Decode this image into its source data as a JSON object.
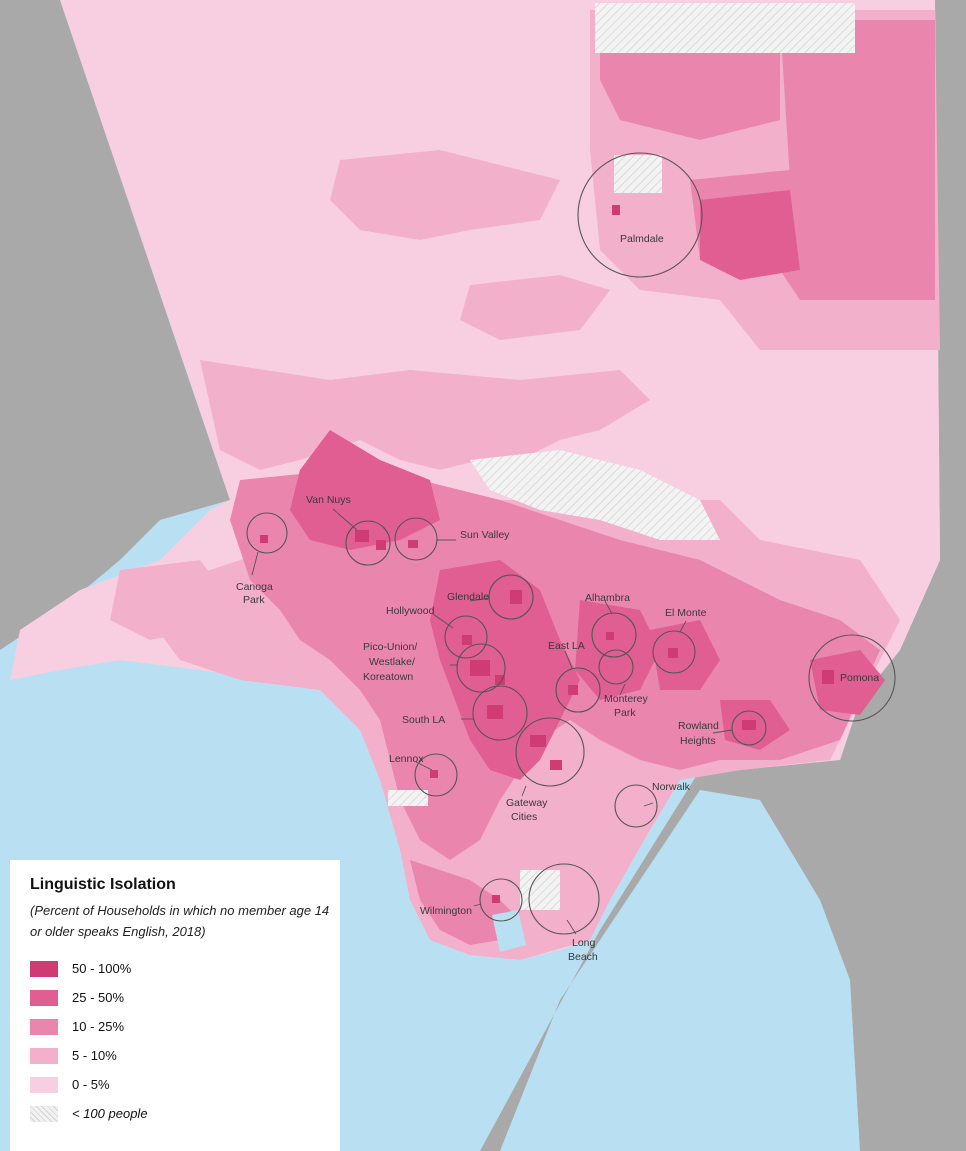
{
  "legend": {
    "title": "Linguistic Isolation",
    "subtitle": "(Percent of Households in which no member age 14 or older speaks English, 2018)",
    "items": [
      {
        "label": "50 - 100%",
        "color": "#cf3b73"
      },
      {
        "label": "25 - 50%",
        "color": "#e05e91"
      },
      {
        "label": "10 - 25%",
        "color": "#ea86ae"
      },
      {
        "label": "5 - 10%",
        "color": "#f3b0cb"
      },
      {
        "label": "0 - 5%",
        "color": "#f8cfe0"
      },
      {
        "label": "< 100 people",
        "color": "hatch"
      }
    ]
  },
  "places": {
    "palmdale": "Palmdale",
    "van_nuys": "Van Nuys",
    "sun_valley": "Sun Valley",
    "canoga": "Canoga",
    "park": "Park",
    "glendale": "Glendale",
    "hollywood": "Hollywood",
    "alhambra": "Alhambra",
    "el_monte": "El Monte",
    "pico_union": "Pico-Union/",
    "westlake": "Westlake/",
    "koreatown": "Koreatown",
    "east_la": "East LA",
    "monterey": "Monterey",
    "monterey_park": "Park",
    "pomona": "Pomona",
    "rowland": "Rowland",
    "heights": "Heights",
    "south_la": "South LA",
    "lennox": "Lennox",
    "gateway": "Gateway",
    "cities": "Cities",
    "norwalk": "Norwalk",
    "wilmington": "Wilmington",
    "long": "Long",
    "beach": "Beach"
  },
  "colors": {
    "ocean": "#b9e0f2",
    "neighbor_land": "#a9a9a9",
    "c0": "#f8cfe0",
    "c5": "#f3b0cb",
    "c10": "#ea86ae",
    "c25": "#e05e91",
    "c50": "#cf3b73"
  }
}
